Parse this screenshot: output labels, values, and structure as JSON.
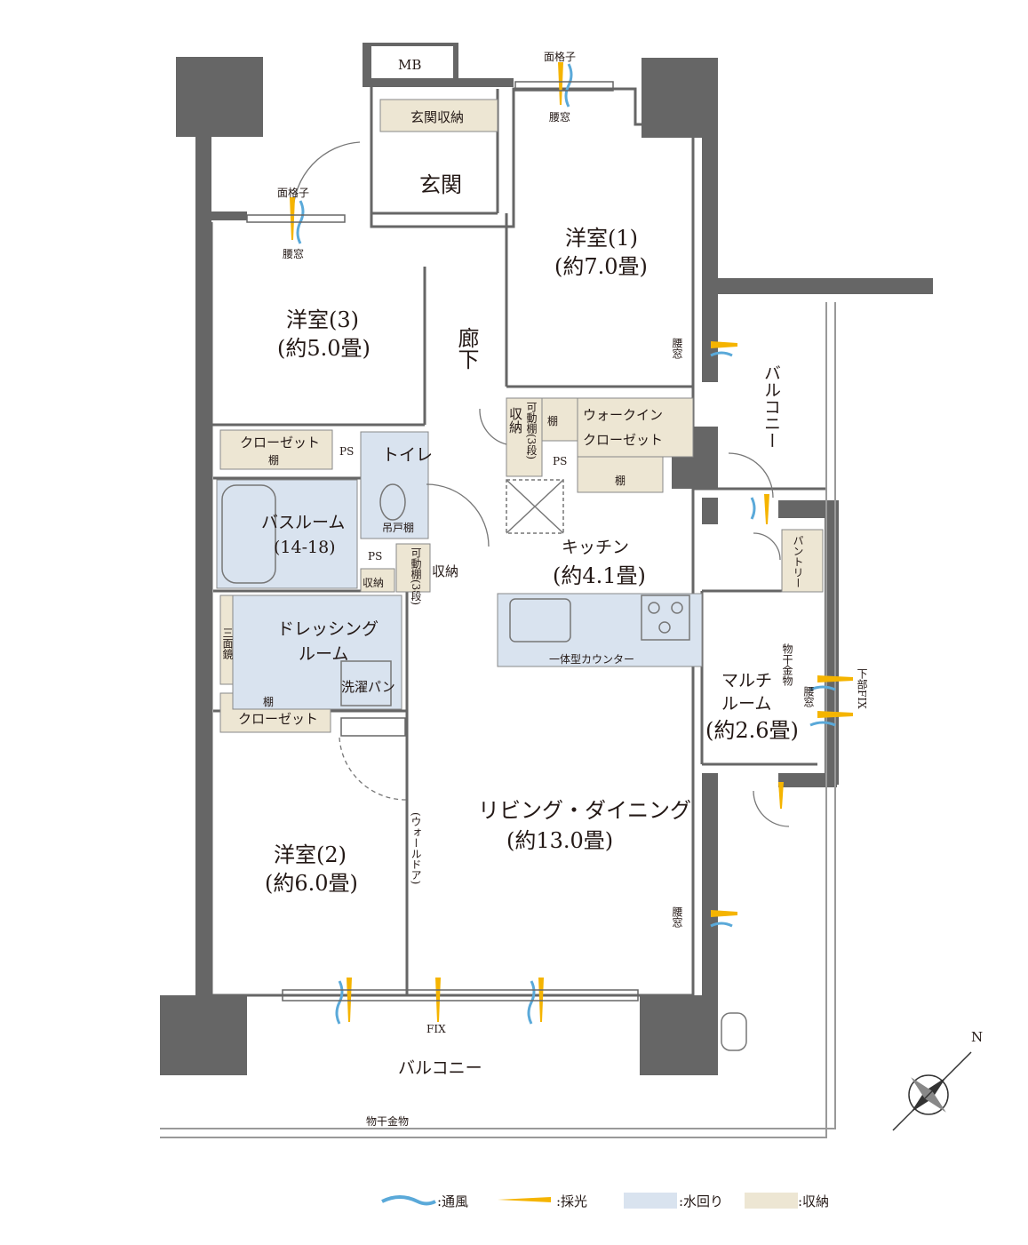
{
  "rooms": {
    "mb": "MB",
    "genkan_storage": "玄関収納",
    "genkan": "玄関",
    "room1_name": "洋室(1)",
    "room1_size": "(約7.0畳)",
    "room3_name": "洋室(3)",
    "room3_size": "(約5.0畳)",
    "corridor": "廊下",
    "closet3": "クローゼット",
    "shelf3": "棚",
    "ps1": "PS",
    "toilet": "トイレ",
    "hanging_shelf": "吊戸棚",
    "storage_movable_a": "収納",
    "movable_shelf_a": "可動棚(3段)",
    "walkin_shelf_left": "棚",
    "walkin_closet_1": "ウォークイン",
    "walkin_closet_2": "クローゼット",
    "walkin_shelf_bottom": "棚",
    "ps2": "PS",
    "bathroom_name": "バスルーム",
    "bathroom_size": "(14-18)",
    "ps3": "PS",
    "movable_shelf_b": "可動棚(3段)",
    "storage_b": "収納",
    "storage_c": "収納",
    "kitchen_name": "キッチン",
    "kitchen_size": "(約4.1畳)",
    "pantry": "パントリー",
    "dressing_1": "ドレッシング",
    "dressing_2": "ルーム",
    "three_mirror": "三面鏡",
    "washer_pan": "洗濯パン",
    "counter": "一体型カウンター",
    "multi_1": "マルチ",
    "multi_2": "ルーム",
    "multi_size": "(約2.6畳)",
    "drying_hardware_multi": "物干金物",
    "closet2_shelf": "棚",
    "closet2": "クローゼット",
    "living_name": "リビング・ダイニング",
    "living_size": "(約13.0畳)",
    "wall_door": "(ウォールドア)",
    "room2_name": "洋室(2)",
    "room2_size": "(約6.0畳)",
    "balcony_east": "バルコニー",
    "balcony_south": "バルコニー",
    "drying_hardware_balcony": "物干金物"
  },
  "windows": {
    "lattice_top": "面格子",
    "waist_window_top": "腰窓",
    "lattice_left": "面格子",
    "waist_window_left": "腰窓",
    "waist_window_room1": "腰窓",
    "waist_window_multi": "腰窓",
    "lower_fix": "下部FIX",
    "waist_window_living": "腰窓",
    "fix_bottom": "FIX"
  },
  "compass": "N",
  "legend": {
    "ventilation": ":通風",
    "daylight": ":採光",
    "water": ":水回り",
    "storage": ":収納"
  },
  "colors": {
    "wall": "#666666",
    "outline": "#555555",
    "storage_fill": "#ede6d3",
    "water_fill": "#d9e3ef",
    "wind_blue": "#5aa9d9",
    "light_yellow": "#f5b400"
  }
}
